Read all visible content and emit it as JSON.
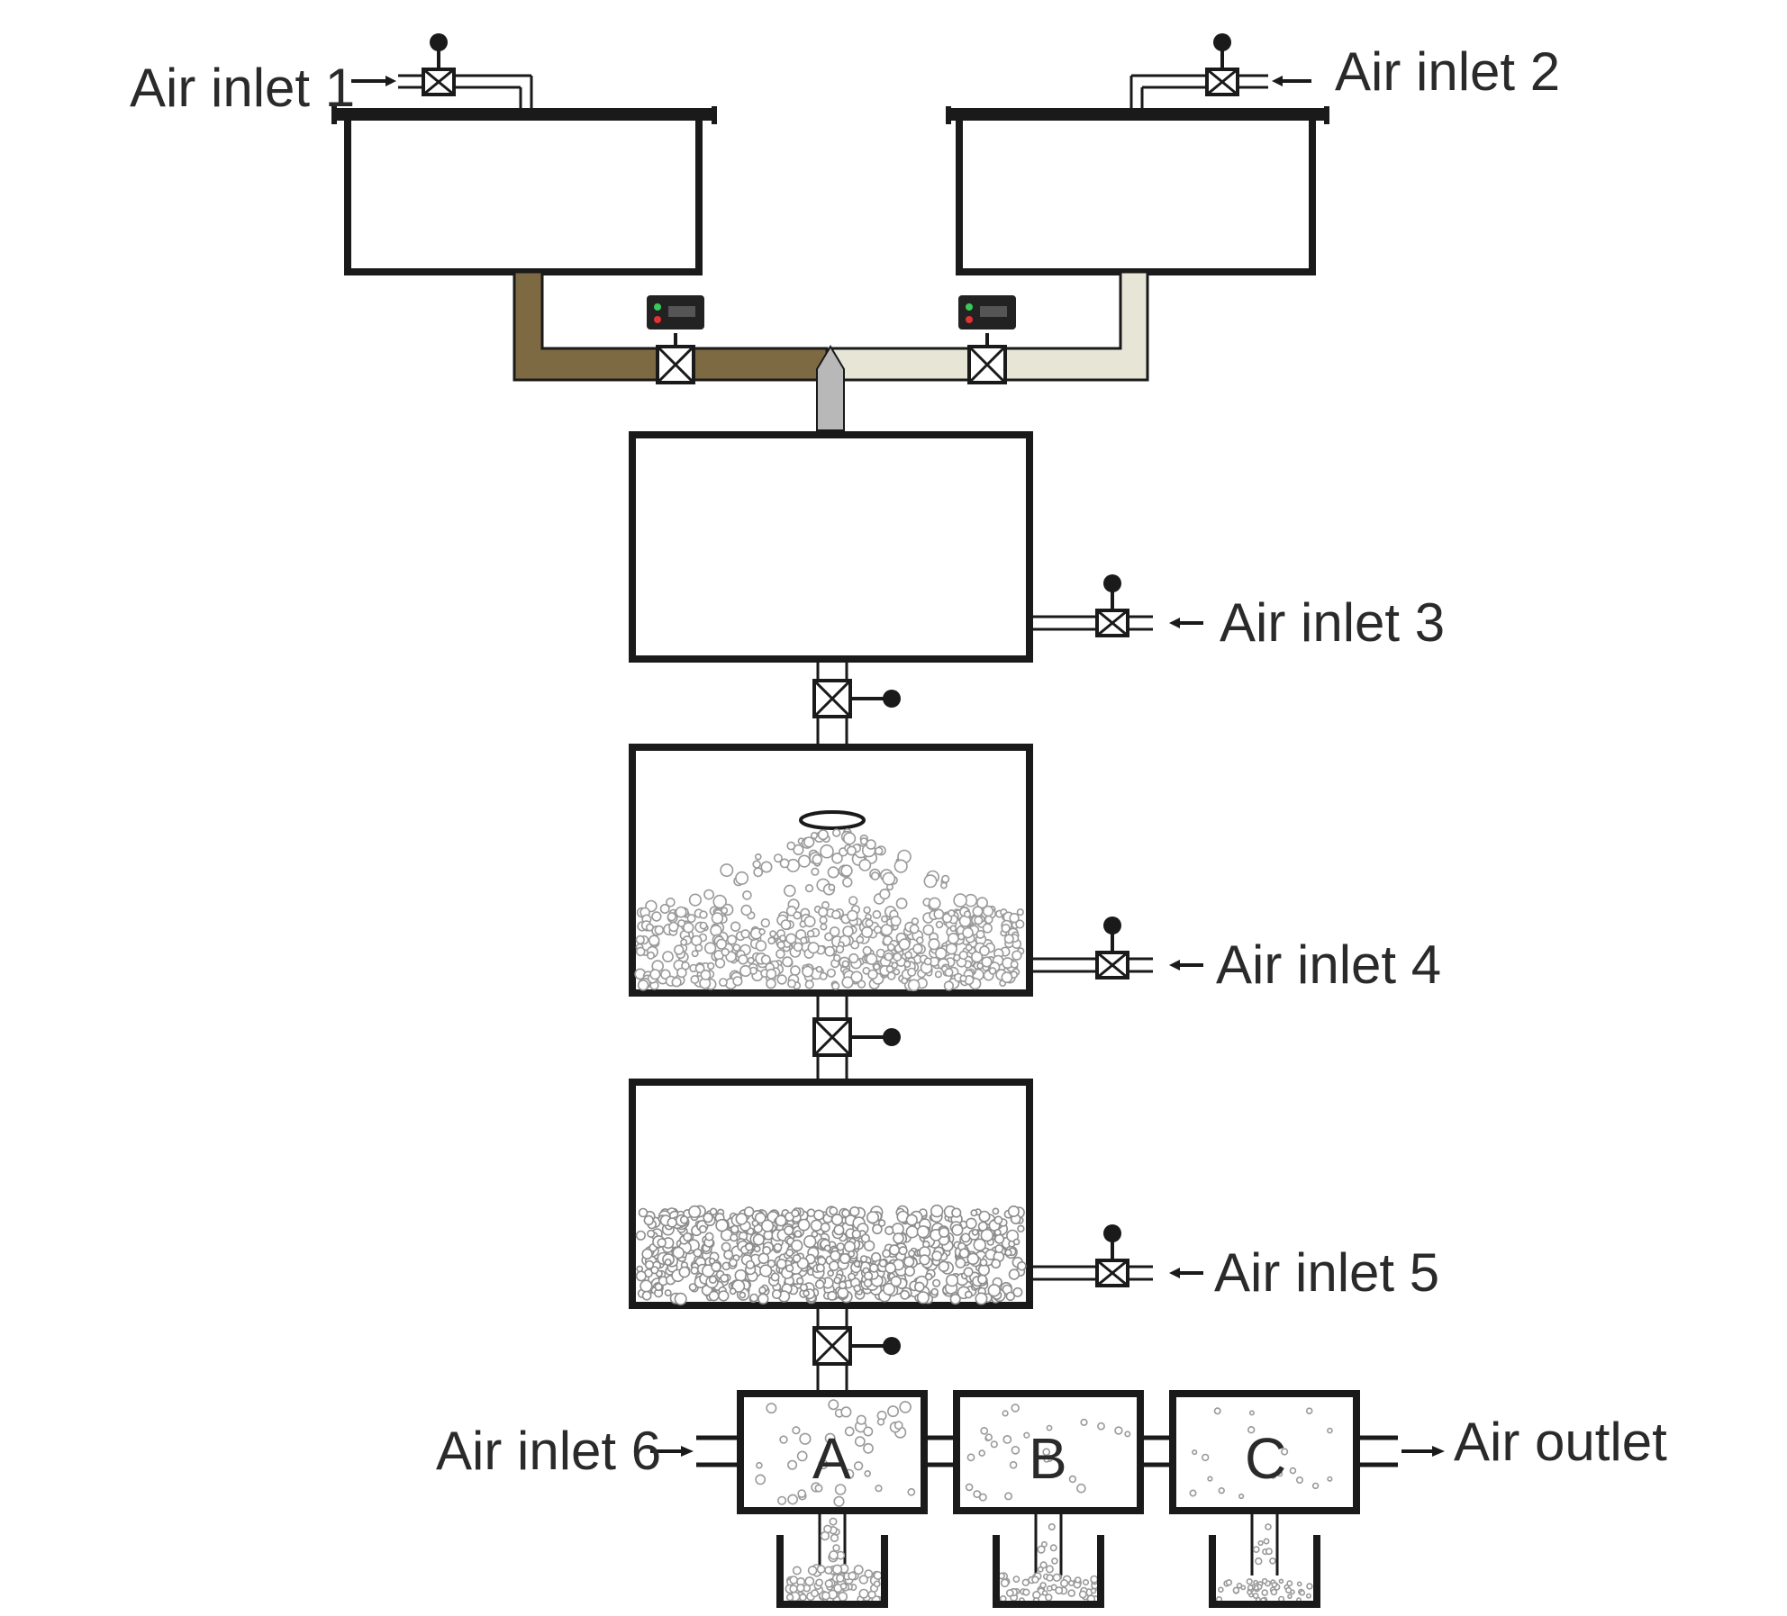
{
  "labels": {
    "air_inlet_1": "Air inlet 1",
    "air_inlet_2": "Air inlet 2",
    "air_inlet_3": "Air inlet 3",
    "air_inlet_4": "Air inlet 4",
    "air_inlet_5": "Air inlet 5",
    "air_inlet_6": "Air inlet 6",
    "air_outlet": "Air outlet"
  },
  "cells": {
    "a": "A",
    "b": "B",
    "c": "C"
  },
  "colors": {
    "tank_1_liquid": "#7d6a42",
    "tank_2_liquid": "#e6e5d6",
    "mixer_liquid": "#b8b8b8",
    "outline": "#1a1a1a"
  }
}
